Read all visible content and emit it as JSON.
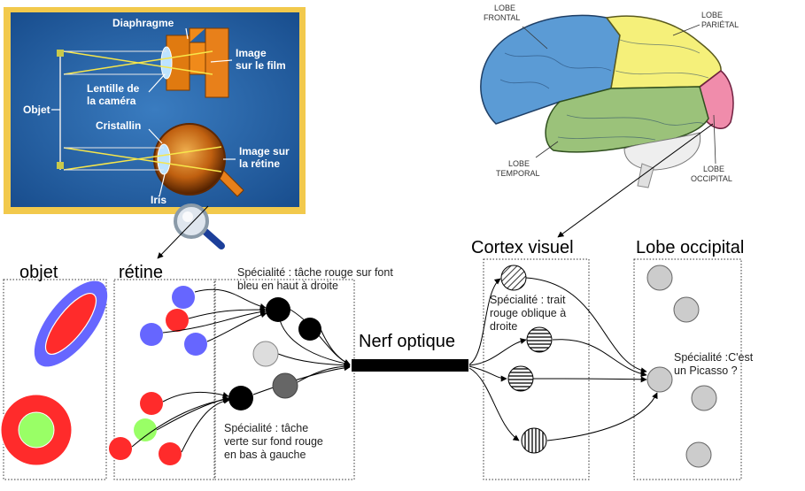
{
  "camera_panel": {
    "diaphragme": "Diaphragme",
    "image_film": [
      "Image",
      "sur le film"
    ],
    "lentille": [
      "Lentille de",
      "la caméra"
    ],
    "objet": "Objet",
    "cristallin": "Cristallin",
    "image_retine": [
      "Image sur",
      "la rétine"
    ],
    "iris": "Iris"
  },
  "brain": {
    "frontal": [
      "LOBE",
      "FRONTAL"
    ],
    "parietal": [
      "LOBE",
      "PARIÉTAL"
    ],
    "temporal": [
      "LOBE",
      "TEMPORAL"
    ],
    "occipital": [
      "LOBE",
      "OCCIPITAL"
    ],
    "colors": {
      "frontal": "#5b9bd5",
      "parietal": "#f5f07a",
      "temporal": "#9bc27a",
      "occipital": "#f08cab"
    }
  },
  "diagram": {
    "objet_title": "objet",
    "retine_title": "rétine",
    "cortex_title": "Cortex visuel",
    "occipital_title": "Lobe occipital",
    "nerf_label": "Nerf optique",
    "spec_top": [
      "Spécialité : tâche rouge sur font",
      "bleu en haut à droite"
    ],
    "spec_bottom": [
      "Spécialité : tâche",
      "verte sur fond rouge",
      "en bas à gauche"
    ],
    "spec_cortex": [
      "Spécialité : trait",
      "rouge oblique à",
      "droite"
    ],
    "spec_picasso": [
      "Spécialité :C'est",
      "un Picasso ?"
    ],
    "colors": {
      "blue": "#6666ff",
      "red": "#ff2b2b",
      "green": "#99ff66",
      "black": "#000000",
      "gray": "#cccccc"
    }
  }
}
